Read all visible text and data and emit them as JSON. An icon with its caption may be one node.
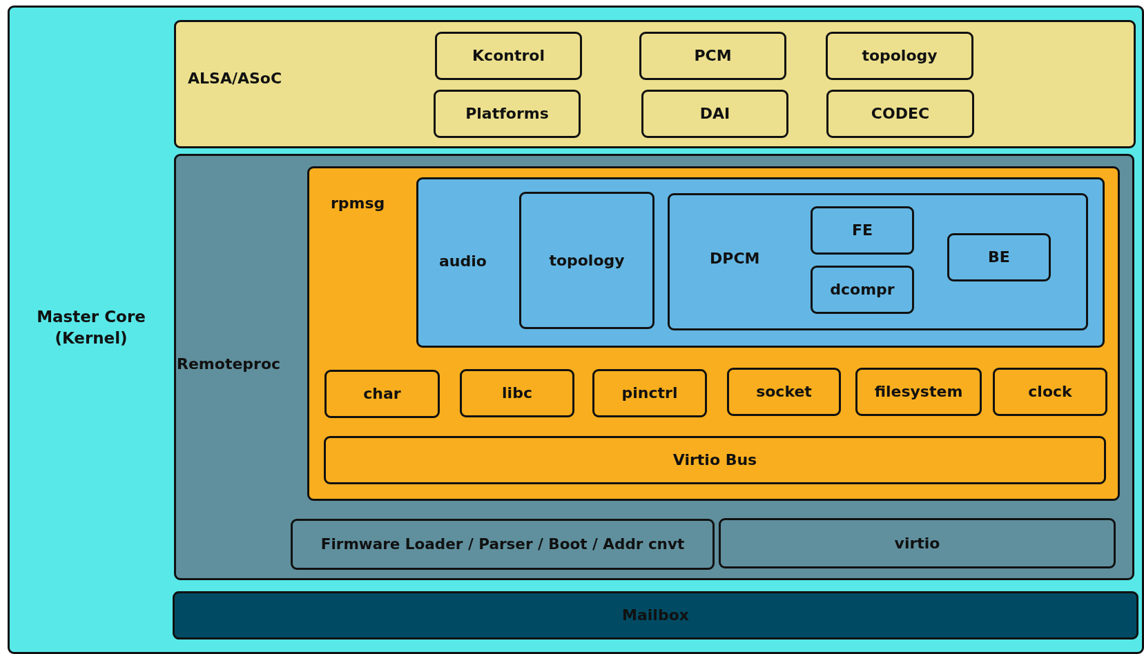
{
  "diagram": {
    "nodes": [
      {
        "text": [
          "Master Core (Kernel)"
        ]
      },
      {
        "text": [
          "ALSA/ASoC"
        ],
        "in": 0
      },
      {
        "text": [
          "Kcontrol"
        ],
        "in": 1
      },
      {
        "text": [
          "PCM"
        ],
        "in": 1
      },
      {
        "text": [
          "topology"
        ],
        "in": 1
      },
      {
        "text": [
          "Platforms"
        ],
        "in": 1
      },
      {
        "text": [
          "DAI"
        ],
        "in": 1
      },
      {
        "text": [
          "CODEC"
        ],
        "in": 1
      },
      {
        "text": [
          "Remoteproc"
        ],
        "in": 0
      },
      {
        "text": [
          "rpmsg"
        ],
        "in": 8
      },
      {
        "text": [
          "audio"
        ],
        "in": 9
      },
      {
        "text": [
          "topology"
        ],
        "in": 10
      },
      {
        "text": [
          "DPCM"
        ],
        "in": 10
      },
      {
        "text": [
          "FE"
        ],
        "in": 12
      },
      {
        "text": [
          "dcompr"
        ],
        "in": 12
      },
      {
        "text": [
          "BE"
        ],
        "in": 12
      },
      {
        "text": [
          "char"
        ],
        "in": 9
      },
      {
        "text": [
          "libc"
        ],
        "in": 9
      },
      {
        "text": [
          "pinctrl"
        ],
        "in": 9
      },
      {
        "text": [
          "socket"
        ],
        "in": 9
      },
      {
        "text": [
          "filesystem"
        ],
        "in": 9
      },
      {
        "text": [
          "clock"
        ],
        "in": 9
      },
      {
        "text": [
          "Virtio Bus"
        ],
        "in": 9
      },
      {
        "text": [
          "Firmware Loader / Parser / Boot / Addr cnvt"
        ],
        "in": 8
      },
      {
        "text": [
          "virtio"
        ],
        "in": 8
      },
      {
        "text": [
          "Mailbox"
        ],
        "in": 0
      }
    ]
  }
}
